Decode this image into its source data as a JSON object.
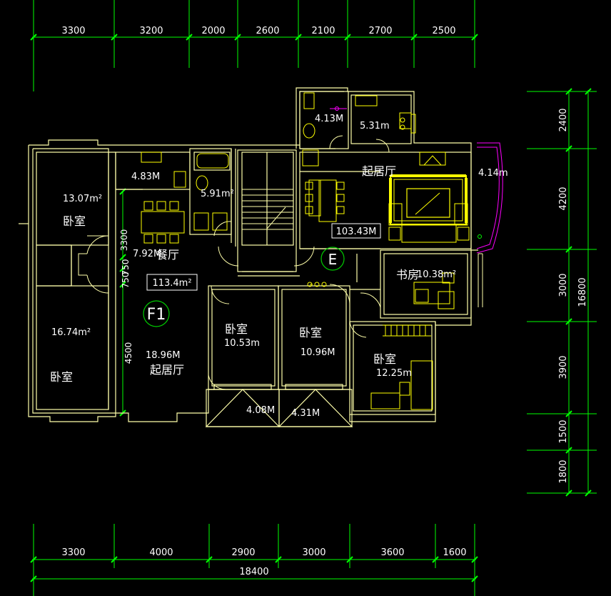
{
  "colors": {
    "background": "#000000",
    "dimension_line": "#00ff00",
    "wall": "#ffffaa",
    "wall_alt": "#ffff00",
    "text": "#ffffff",
    "label_circle": "#00cc00",
    "accent_balcony": "#ff00ff",
    "hatch": "#ffff00"
  },
  "top_dimensions": [
    "3300",
    "3200",
    "2000",
    "2600",
    "2100",
    "2700",
    "2500"
  ],
  "bottom_dimensions": [
    "3300",
    "4000",
    "2900",
    "3000",
    "3600",
    "1600"
  ],
  "bottom_total": "18400",
  "right_dimensions": [
    "2400",
    "4200",
    "3000",
    "3900",
    "1500",
    "1800"
  ],
  "right_total": "16800",
  "left_vertical_dimensions": [
    "3300",
    "750",
    "750",
    "4500"
  ],
  "units": {
    "F1": {
      "label": "F1",
      "total_area": "113.4m²",
      "rooms": [
        {
          "name": "卧室",
          "area": "13.07m²"
        },
        {
          "name": "卧室",
          "area": "16.74m²"
        },
        {
          "name": "",
          "area": "4.83M"
        },
        {
          "name": "",
          "area": "5.91m²"
        },
        {
          "name": "餐厅",
          "area": "7.92M"
        },
        {
          "name": "起居厅",
          "area": "18.96M"
        },
        {
          "name": "卧室",
          "area": "10.53m"
        },
        {
          "name": "",
          "area": "4.08M"
        }
      ]
    },
    "E": {
      "label": "E",
      "total_area": "103.43M",
      "rooms": [
        {
          "name": "",
          "area": "4.13M"
        },
        {
          "name": "",
          "area": "5.31m"
        },
        {
          "name": "起居厅",
          "area": ""
        },
        {
          "name": "",
          "area": "4.14m"
        },
        {
          "name": "书房",
          "area": "10.38m²"
        },
        {
          "name": "卧室",
          "area": "10.96M"
        },
        {
          "name": "卧室",
          "area": "12.25m"
        },
        {
          "name": "",
          "area": "4.31M"
        }
      ]
    }
  }
}
